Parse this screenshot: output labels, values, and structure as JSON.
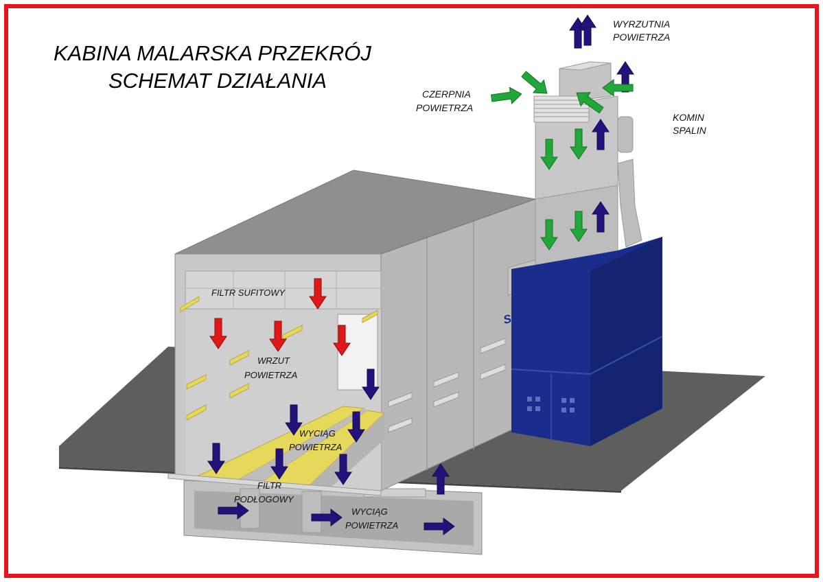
{
  "title": {
    "line1": "KABINA MALARSKA PRZEKRÓJ",
    "line2": "SCHEMAT DZIAŁANIA"
  },
  "labels": {
    "wyrzutnia_1": "WYRZUTNIA",
    "wyrzutnia_2": "POWIETRZA",
    "czerpnia_1": "CZERPNIA",
    "czerpnia_2": "POWIETRZA",
    "komin_1": "KOMIN",
    "komin_2": "SPALIN",
    "filtr_sufitowy": "FILTR SUFITOWY",
    "wrzut_1": "WRZUT",
    "wrzut_2": "POWIETRZA",
    "wyciag_booth_1": "WYCIĄG",
    "wyciag_booth_2": "POWIETRZA",
    "filtr_podlogowy_1": "FILTR",
    "filtr_podlogowy_2": "PODŁOGOWY",
    "wyciag_pit_1": "WYCIĄG",
    "wyciag_pit_2": "POWIETRZA"
  },
  "logo": {
    "text": "SUDRA"
  },
  "colors": {
    "border": "#e8141c",
    "floor": "#5e5e5e",
    "booth_light": "#c9c9c9",
    "booth_mid": "#b8b8b8",
    "booth_dark": "#a3a3a3",
    "unit_blue": "#1a2d8c",
    "filter_yellow": "#e6d85a",
    "arrow_red": "#e01818",
    "arrow_blue": "#23127a",
    "arrow_green": "#22a83a"
  }
}
